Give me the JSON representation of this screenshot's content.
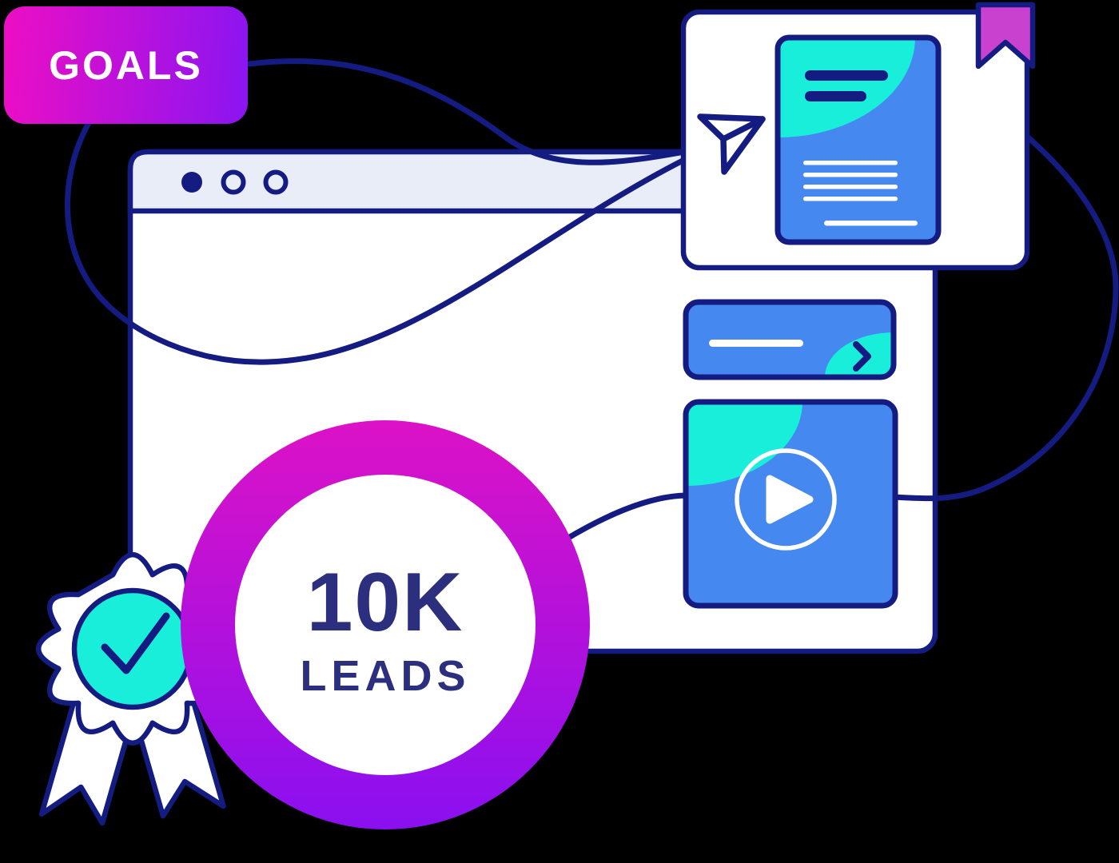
{
  "scene": {
    "background_color": "#000000",
    "description": "Marketing goals illustration: browser window, saved article card, CTA bar, video card, 10K leads ring, award ribbon"
  },
  "goals_badge": {
    "label": "GOALS",
    "text_color": "#FFFFFF",
    "gradient_from": "#ED0EC4",
    "gradient_to": "#8A15F1"
  },
  "metric_circle": {
    "value": "10K",
    "label": "LEADS",
    "text_color": "#2B2F7E",
    "ring_gradient_top": "#DC12C6",
    "ring_gradient_bottom": "#8A10F0"
  },
  "browser_window": {
    "dot_count": 3,
    "bar_color": "#E9EDF8",
    "body_color": "#FFFFFF",
    "outline_color": "#141C82"
  },
  "article_card": {
    "icons": [
      "paper-plane-icon",
      "bookmark-icon"
    ],
    "bookmark_color": "#C841CF",
    "page_color": "#4589F0",
    "accent_color": "#18EEDA",
    "heading_bar_color": "#141C82",
    "text_line_color": "#FFFFFF"
  },
  "cta_card": {
    "icon": "chevron-right-icon",
    "fill_color": "#4589F0",
    "accent_color": "#18EEDA"
  },
  "video_card": {
    "icon": "play-icon",
    "fill_color": "#4589F0",
    "accent_color": "#18EEDA"
  },
  "award_badge": {
    "icon": "check-icon",
    "medal_color": "#18EEDA",
    "ribbon_color": "#FFFFFF"
  },
  "palette": {
    "navy": "#141C82",
    "blue": "#4589F0",
    "teal": "#18EEDA",
    "white": "#FFFFFF"
  }
}
